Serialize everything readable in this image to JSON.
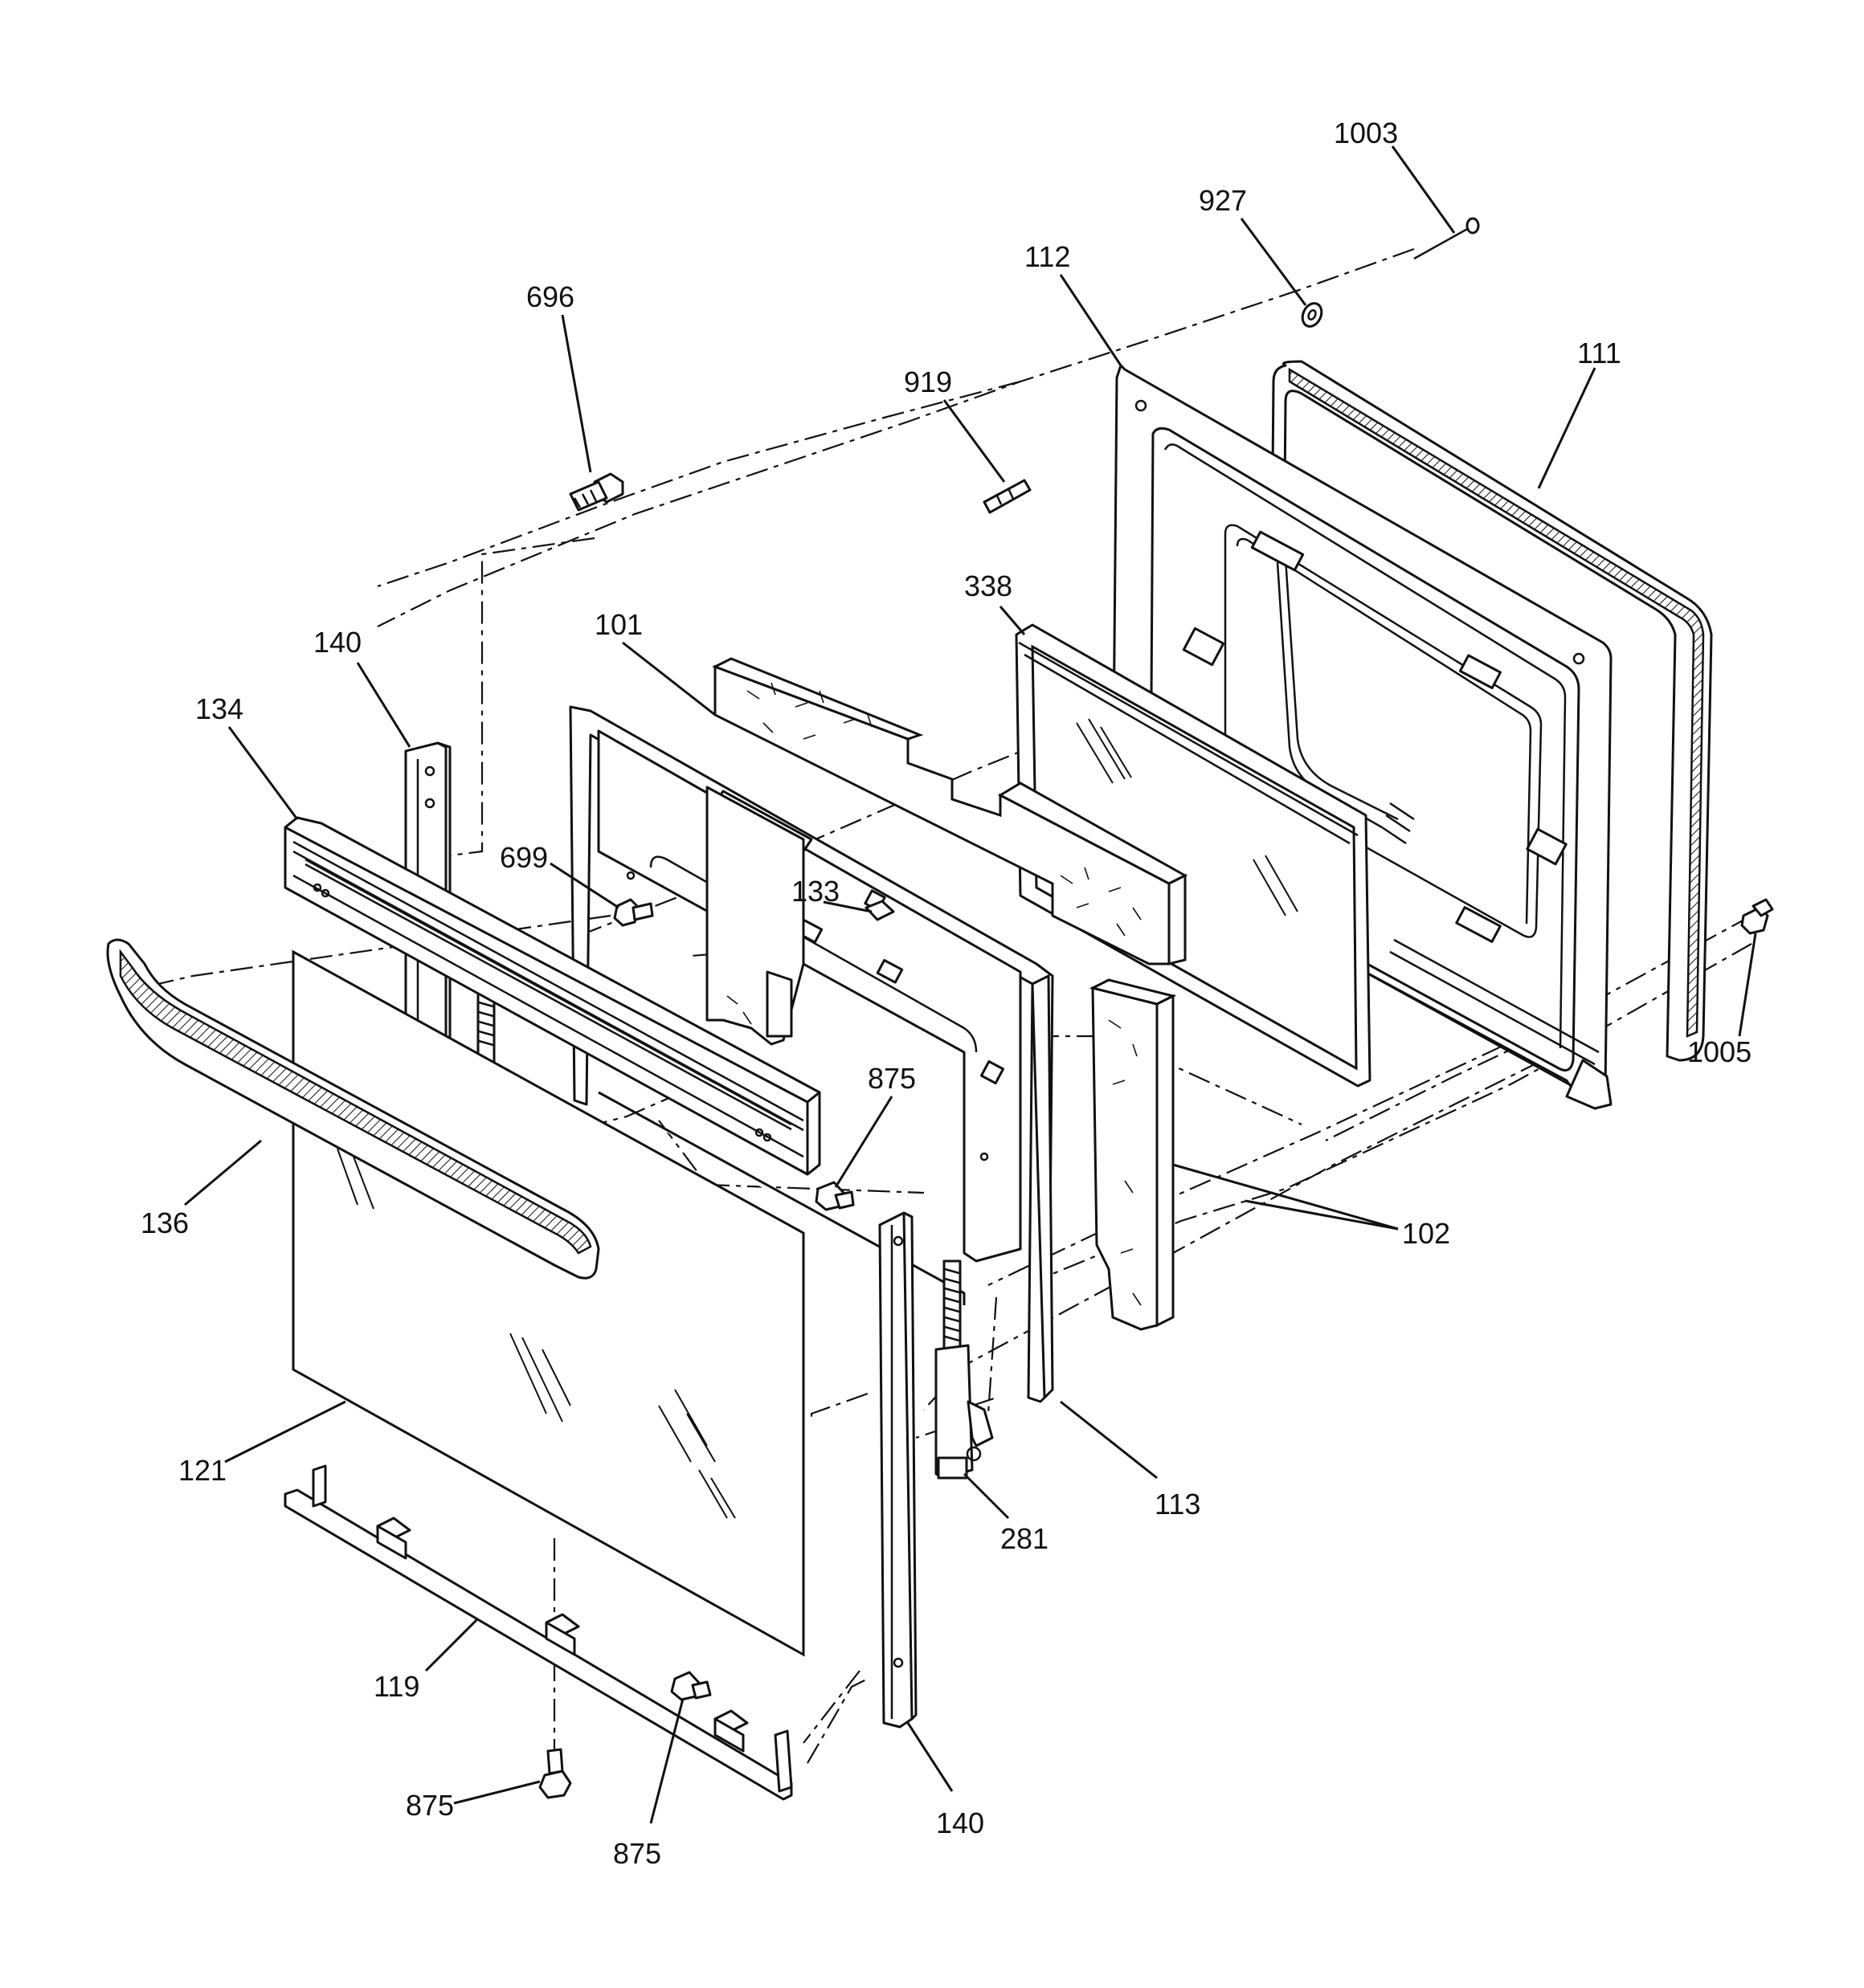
{
  "diagram": {
    "callouts": [
      {
        "id": "c1003",
        "label": "1003"
      },
      {
        "id": "c927",
        "label": "927"
      },
      {
        "id": "c112",
        "label": "112"
      },
      {
        "id": "c111",
        "label": "111"
      },
      {
        "id": "c919",
        "label": "919"
      },
      {
        "id": "c696",
        "label": "696"
      },
      {
        "id": "c338",
        "label": "338"
      },
      {
        "id": "c101",
        "label": "101"
      },
      {
        "id": "c140a",
        "label": "140"
      },
      {
        "id": "c134",
        "label": "134"
      },
      {
        "id": "c699",
        "label": "699"
      },
      {
        "id": "c133",
        "label": "133"
      },
      {
        "id": "c1005",
        "label": "1005"
      },
      {
        "id": "c875a",
        "label": "875"
      },
      {
        "id": "c136",
        "label": "136"
      },
      {
        "id": "c102",
        "label": "102"
      },
      {
        "id": "c121",
        "label": "121"
      },
      {
        "id": "c113",
        "label": "113"
      },
      {
        "id": "c281",
        "label": "281"
      },
      {
        "id": "c119",
        "label": "119"
      },
      {
        "id": "c875b",
        "label": "875"
      },
      {
        "id": "c875c",
        "label": "875"
      },
      {
        "id": "c140b",
        "label": "140"
      }
    ]
  }
}
